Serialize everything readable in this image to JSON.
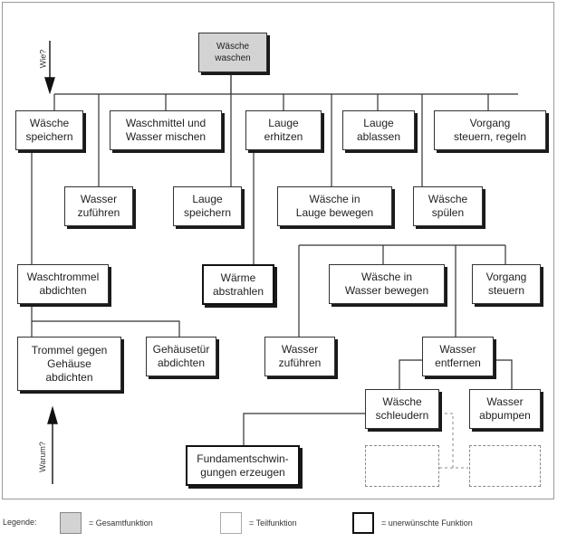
{
  "diagram": {
    "type": "function-tree",
    "axis_down_label": "Wie?",
    "axis_up_label": "Warum?",
    "nodes": {
      "root": {
        "label": "Wäsche\nwaschen",
        "kind": "overall"
      },
      "waesche_speichern": {
        "label": "Wäsche\nspeichern",
        "kind": "sub"
      },
      "waschmittel_mischen": {
        "label": "Waschmittel und\nWasser mischen",
        "kind": "sub"
      },
      "lauge_erhitzen": {
        "label": "Lauge\nerhitzen",
        "kind": "sub"
      },
      "lauge_ablassen": {
        "label": "Lauge\nablassen",
        "kind": "sub"
      },
      "vorgang_regeln": {
        "label": "Vorgang\nsteuern, regeln",
        "kind": "sub"
      },
      "wasser_zufuehren_1": {
        "label": "Wasser\nzuführen",
        "kind": "sub"
      },
      "lauge_speichern": {
        "label": "Lauge\nspeichern",
        "kind": "sub"
      },
      "waesche_lauge_bewegen": {
        "label": "Wäsche in\nLauge bewegen",
        "kind": "sub"
      },
      "waesche_spuelen": {
        "label": "Wäsche\nspülen",
        "kind": "sub"
      },
      "waschtrommel_abdichten": {
        "label": "Waschtrommel\nabdichten",
        "kind": "sub"
      },
      "waerme_abstrahlen": {
        "label": "Wärme\nabstrahlen",
        "kind": "undesired"
      },
      "waesche_wasser_bewegen": {
        "label": "Wäsche in\nWasser bewegen",
        "kind": "sub"
      },
      "vorgang_steuern": {
        "label": "Vorgang\nsteuern",
        "kind": "sub"
      },
      "trommel_abdichten": {
        "label": "Trommel gegen\nGehäuse\nabdichten",
        "kind": "sub"
      },
      "gehaeusetuer_abdichten": {
        "label": "Gehäusetür\nabdichten",
        "kind": "sub"
      },
      "wasser_zufuehren_2": {
        "label": "Wasser\nzuführen",
        "kind": "sub"
      },
      "wasser_entfernen": {
        "label": "Wasser\nentfernen",
        "kind": "sub"
      },
      "waesche_schleudern": {
        "label": "Wäsche\nschleudern",
        "kind": "sub"
      },
      "wasser_abpumpen": {
        "label": "Wasser\nabpumpen",
        "kind": "sub"
      },
      "fundamentschwingungen": {
        "label": "Fundamentschwin-\ngungen erzeugen",
        "kind": "undesired"
      },
      "placeholder_1": {
        "label": "",
        "kind": "placeholder"
      },
      "placeholder_2": {
        "label": "",
        "kind": "placeholder"
      }
    },
    "edges": [
      [
        "root",
        "waesche_speichern"
      ],
      [
        "root",
        "waschmittel_mischen"
      ],
      [
        "root",
        "lauge_erhitzen"
      ],
      [
        "root",
        "lauge_ablassen"
      ],
      [
        "root",
        "vorgang_regeln"
      ],
      [
        "root",
        "wasser_zufuehren_1"
      ],
      [
        "root",
        "lauge_speichern"
      ],
      [
        "root",
        "waesche_lauge_bewegen"
      ],
      [
        "root",
        "waesche_spuelen"
      ],
      [
        "waesche_speichern",
        "waschtrommel_abdichten"
      ],
      [
        "lauge_erhitzen",
        "waerme_abstrahlen"
      ],
      [
        "waesche_spuelen",
        "waesche_wasser_bewegen"
      ],
      [
        "waesche_spuelen",
        "vorgang_steuern"
      ],
      [
        "waesche_spuelen",
        "wasser_zufuehren_2"
      ],
      [
        "waesche_spuelen",
        "wasser_entfernen"
      ],
      [
        "waschtrommel_abdichten",
        "trommel_abdichten"
      ],
      [
        "waschtrommel_abdichten",
        "gehaeusetuer_abdichten"
      ],
      [
        "wasser_entfernen",
        "waesche_schleudern"
      ],
      [
        "wasser_entfernen",
        "wasser_abpumpen"
      ],
      [
        "waesche_schleudern",
        "fundamentschwingungen"
      ]
    ]
  },
  "legend": {
    "title": "Legende:",
    "overall": "= Gesamtfunktion",
    "sub": "= Teilfunktion",
    "undesired": "= unerwünschte Funktion"
  }
}
